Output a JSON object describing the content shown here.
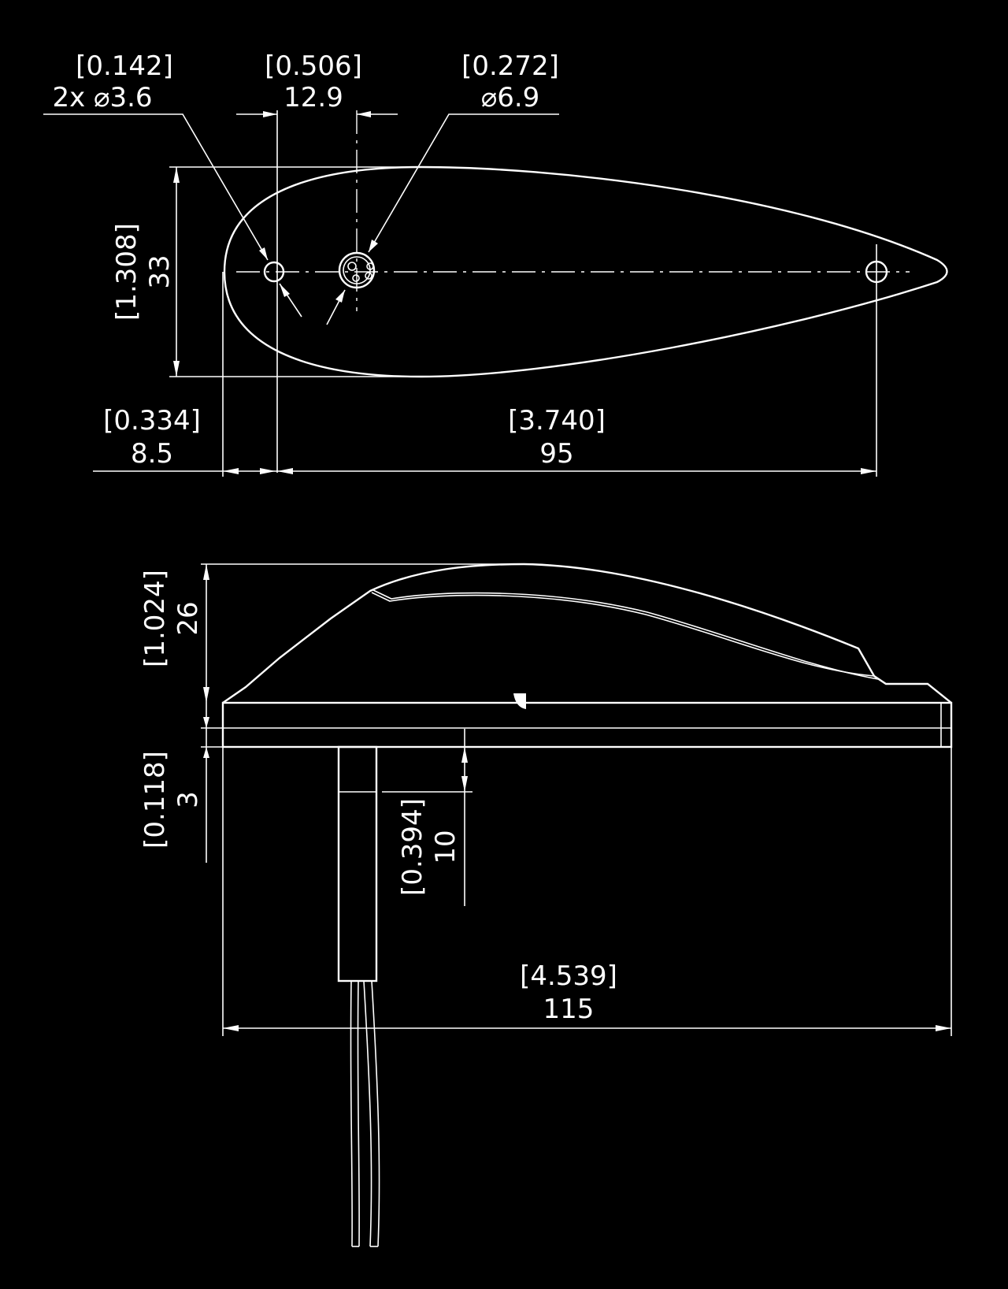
{
  "colors": {
    "background": "#000000",
    "lines": "#ffffff"
  },
  "top_view": {
    "hole_dim": {
      "inch": "[0.142]",
      "mm": "2x  ⌀3.6"
    },
    "offset_dim": {
      "inch": "[0.506]",
      "mm": "12.9"
    },
    "connector_dim": {
      "inch": "[0.272]",
      "mm": "⌀6.9"
    },
    "width_dim": {
      "inch": "[1.308]",
      "mm": "33"
    },
    "edge_dim": {
      "inch": "[0.334]",
      "mm": "8.5"
    },
    "hole_spacing_dim": {
      "inch": "[3.740]",
      "mm": "95"
    }
  },
  "side_view": {
    "height_dim": {
      "inch": "[1.024]",
      "mm": "26"
    },
    "base_dim": {
      "inch": "[0.118]",
      "mm": "3"
    },
    "cable_dim": {
      "inch": "[0.394]",
      "mm": "10"
    },
    "length_dim": {
      "inch": "[4.539]",
      "mm": "115"
    }
  }
}
